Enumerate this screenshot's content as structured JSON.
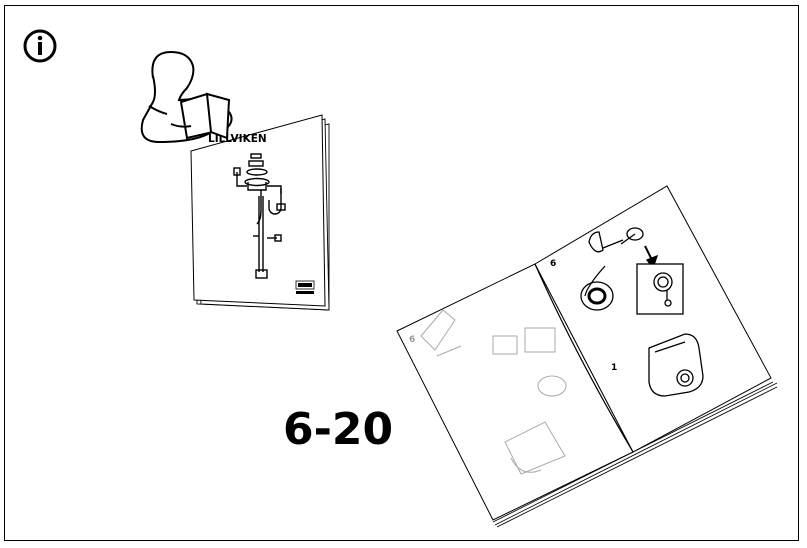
{
  "info_icon": "info-icon",
  "booklet": {
    "title": "LILLVIKEN",
    "brand_badge": "IKEA"
  },
  "page_range": "6-20",
  "open_manual": {
    "left_page_number": "6",
    "right_page_number": "6",
    "right_step_number": "1"
  }
}
